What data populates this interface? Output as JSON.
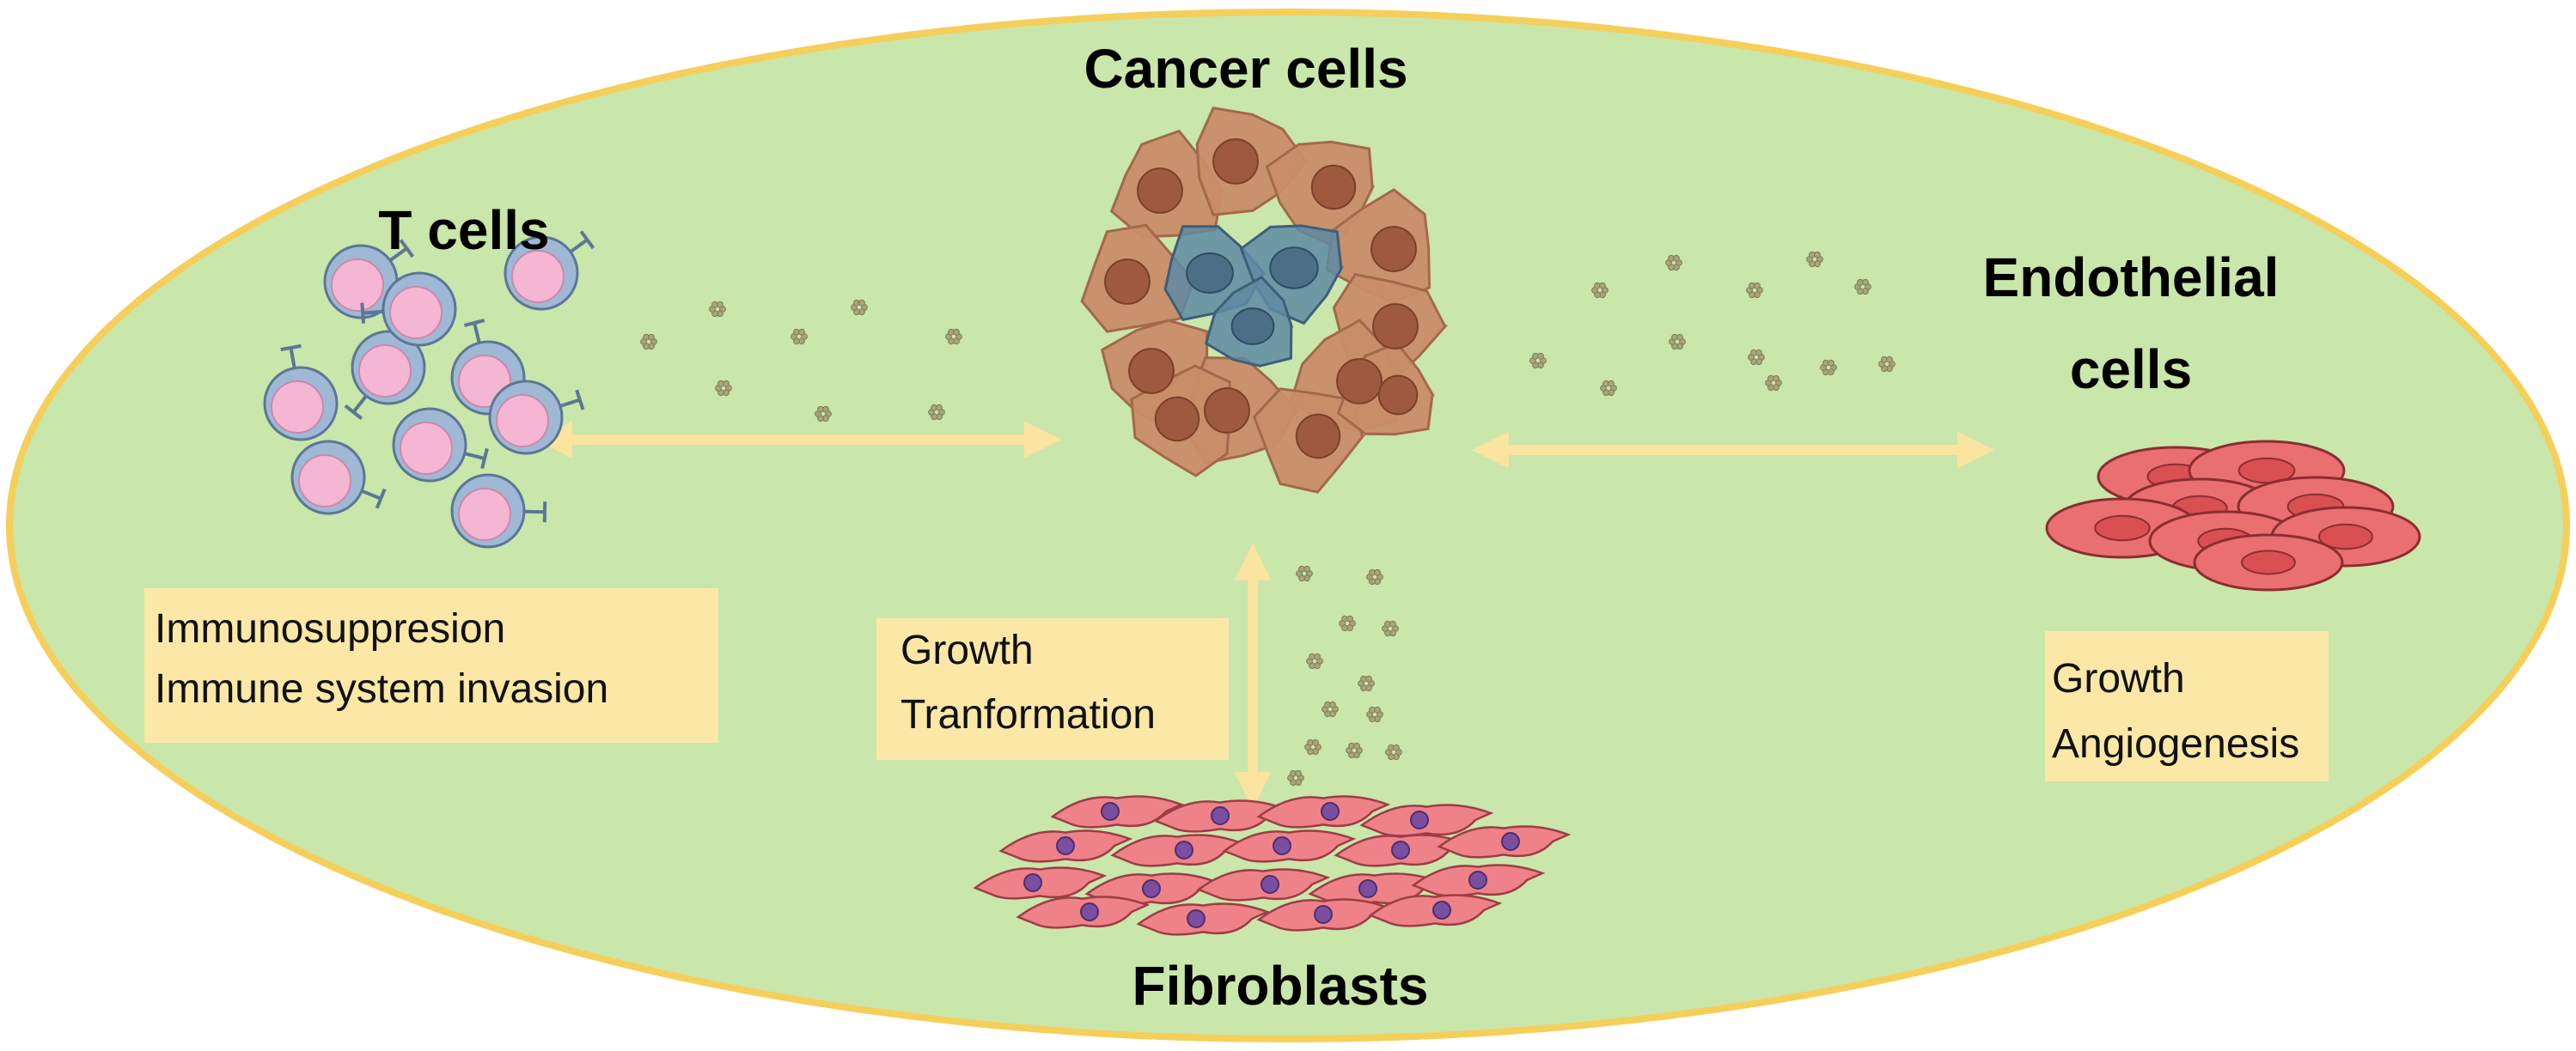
{
  "diagram": {
    "nodes": {
      "cancer": {
        "title": "Cancer cells"
      },
      "tcells": {
        "title": "T cells"
      },
      "endothelial": {
        "title_line1": "Endothelial",
        "title_line2": "cells"
      },
      "fibroblasts": {
        "title": "Fibroblasts"
      }
    },
    "effects": {
      "tcells": {
        "line1": "Immunosuppresion",
        "line2": "Immune system invasion"
      },
      "fibroblasts": {
        "line1": "Growth",
        "line2": "Tranformation"
      },
      "endothelial": {
        "line1": "Growth",
        "line2": "Angiogenesis"
      }
    },
    "edges": [
      {
        "from": "cancer",
        "to": "tcells",
        "style": "bidirectional"
      },
      {
        "from": "cancer",
        "to": "endothelial",
        "style": "bidirectional"
      },
      {
        "from": "cancer",
        "to": "fibroblasts",
        "style": "bidirectional"
      }
    ],
    "colors": {
      "background": "#c9e6ab",
      "border": "#f5cf5a",
      "label_box": "#fbe8a6",
      "arrow": "#fbe3a0",
      "cancer_cell": "#c98d68",
      "cancer_nucleus": "#9e5a3d",
      "cancer_core": "#5f8aa3",
      "t_cell": "#9fb8d6",
      "t_cell_nucleus": "#f4b6d2",
      "endothelial_cell": "#ea6f70",
      "fibroblast": "#ee8288",
      "fibroblast_nucleus": "#7a4fa0",
      "cytokine": "#a8a67a"
    }
  }
}
